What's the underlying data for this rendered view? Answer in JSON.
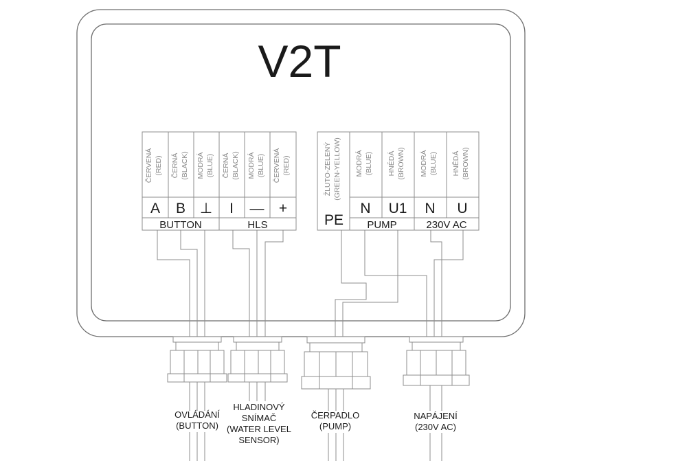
{
  "device_title": "V2T",
  "blocks": [
    {
      "terminals": [
        {
          "color": "ČERVENÁ",
          "color_en": "(RED)",
          "label": "A"
        },
        {
          "color": "ČERNÁ",
          "color_en": "(BLACK)",
          "label": "B"
        },
        {
          "color": "MODRÁ",
          "color_en": "(BLUE)",
          "label": "⊥"
        },
        {
          "color": "ČERNÁ",
          "color_en": "(BLACK)",
          "label": "I"
        },
        {
          "color": "MODRÁ",
          "color_en": "(BLUE)",
          "label": "—"
        },
        {
          "color": "ČERVENÁ",
          "color_en": "(RED)",
          "label": "+"
        }
      ],
      "groups": [
        "BUTTON",
        "HLS"
      ]
    },
    {
      "terminals": [
        {
          "color": "ŽLUTO-ZELENÝ",
          "color_en": "(GREEN-YELLOW)",
          "label": "PE"
        },
        {
          "color": "MODRÁ",
          "color_en": "(BLUE)",
          "label": "N"
        },
        {
          "color": "HNĚDÁ",
          "color_en": "(BROWN)",
          "label": "U1"
        },
        {
          "color": "MODRÁ",
          "color_en": "(BLUE)",
          "label": "N"
        },
        {
          "color": "HNĚDÁ",
          "color_en": "(BROWN)",
          "label": "U"
        }
      ],
      "groups": [
        "PUMP",
        "230V AC"
      ]
    }
  ],
  "cables": [
    {
      "lines": [
        "OVLÁDÁNÍ",
        "(BUTTON)"
      ]
    },
    {
      "lines": [
        "HLADINOVÝ",
        "SNÍMAČ",
        "(WATER LEVEL",
        "SENSOR)"
      ]
    },
    {
      "lines": [
        "ČERPADLO",
        "(PUMP)"
      ]
    },
    {
      "lines": [
        "NAPÁJENÍ",
        "(230V AC)"
      ]
    }
  ]
}
